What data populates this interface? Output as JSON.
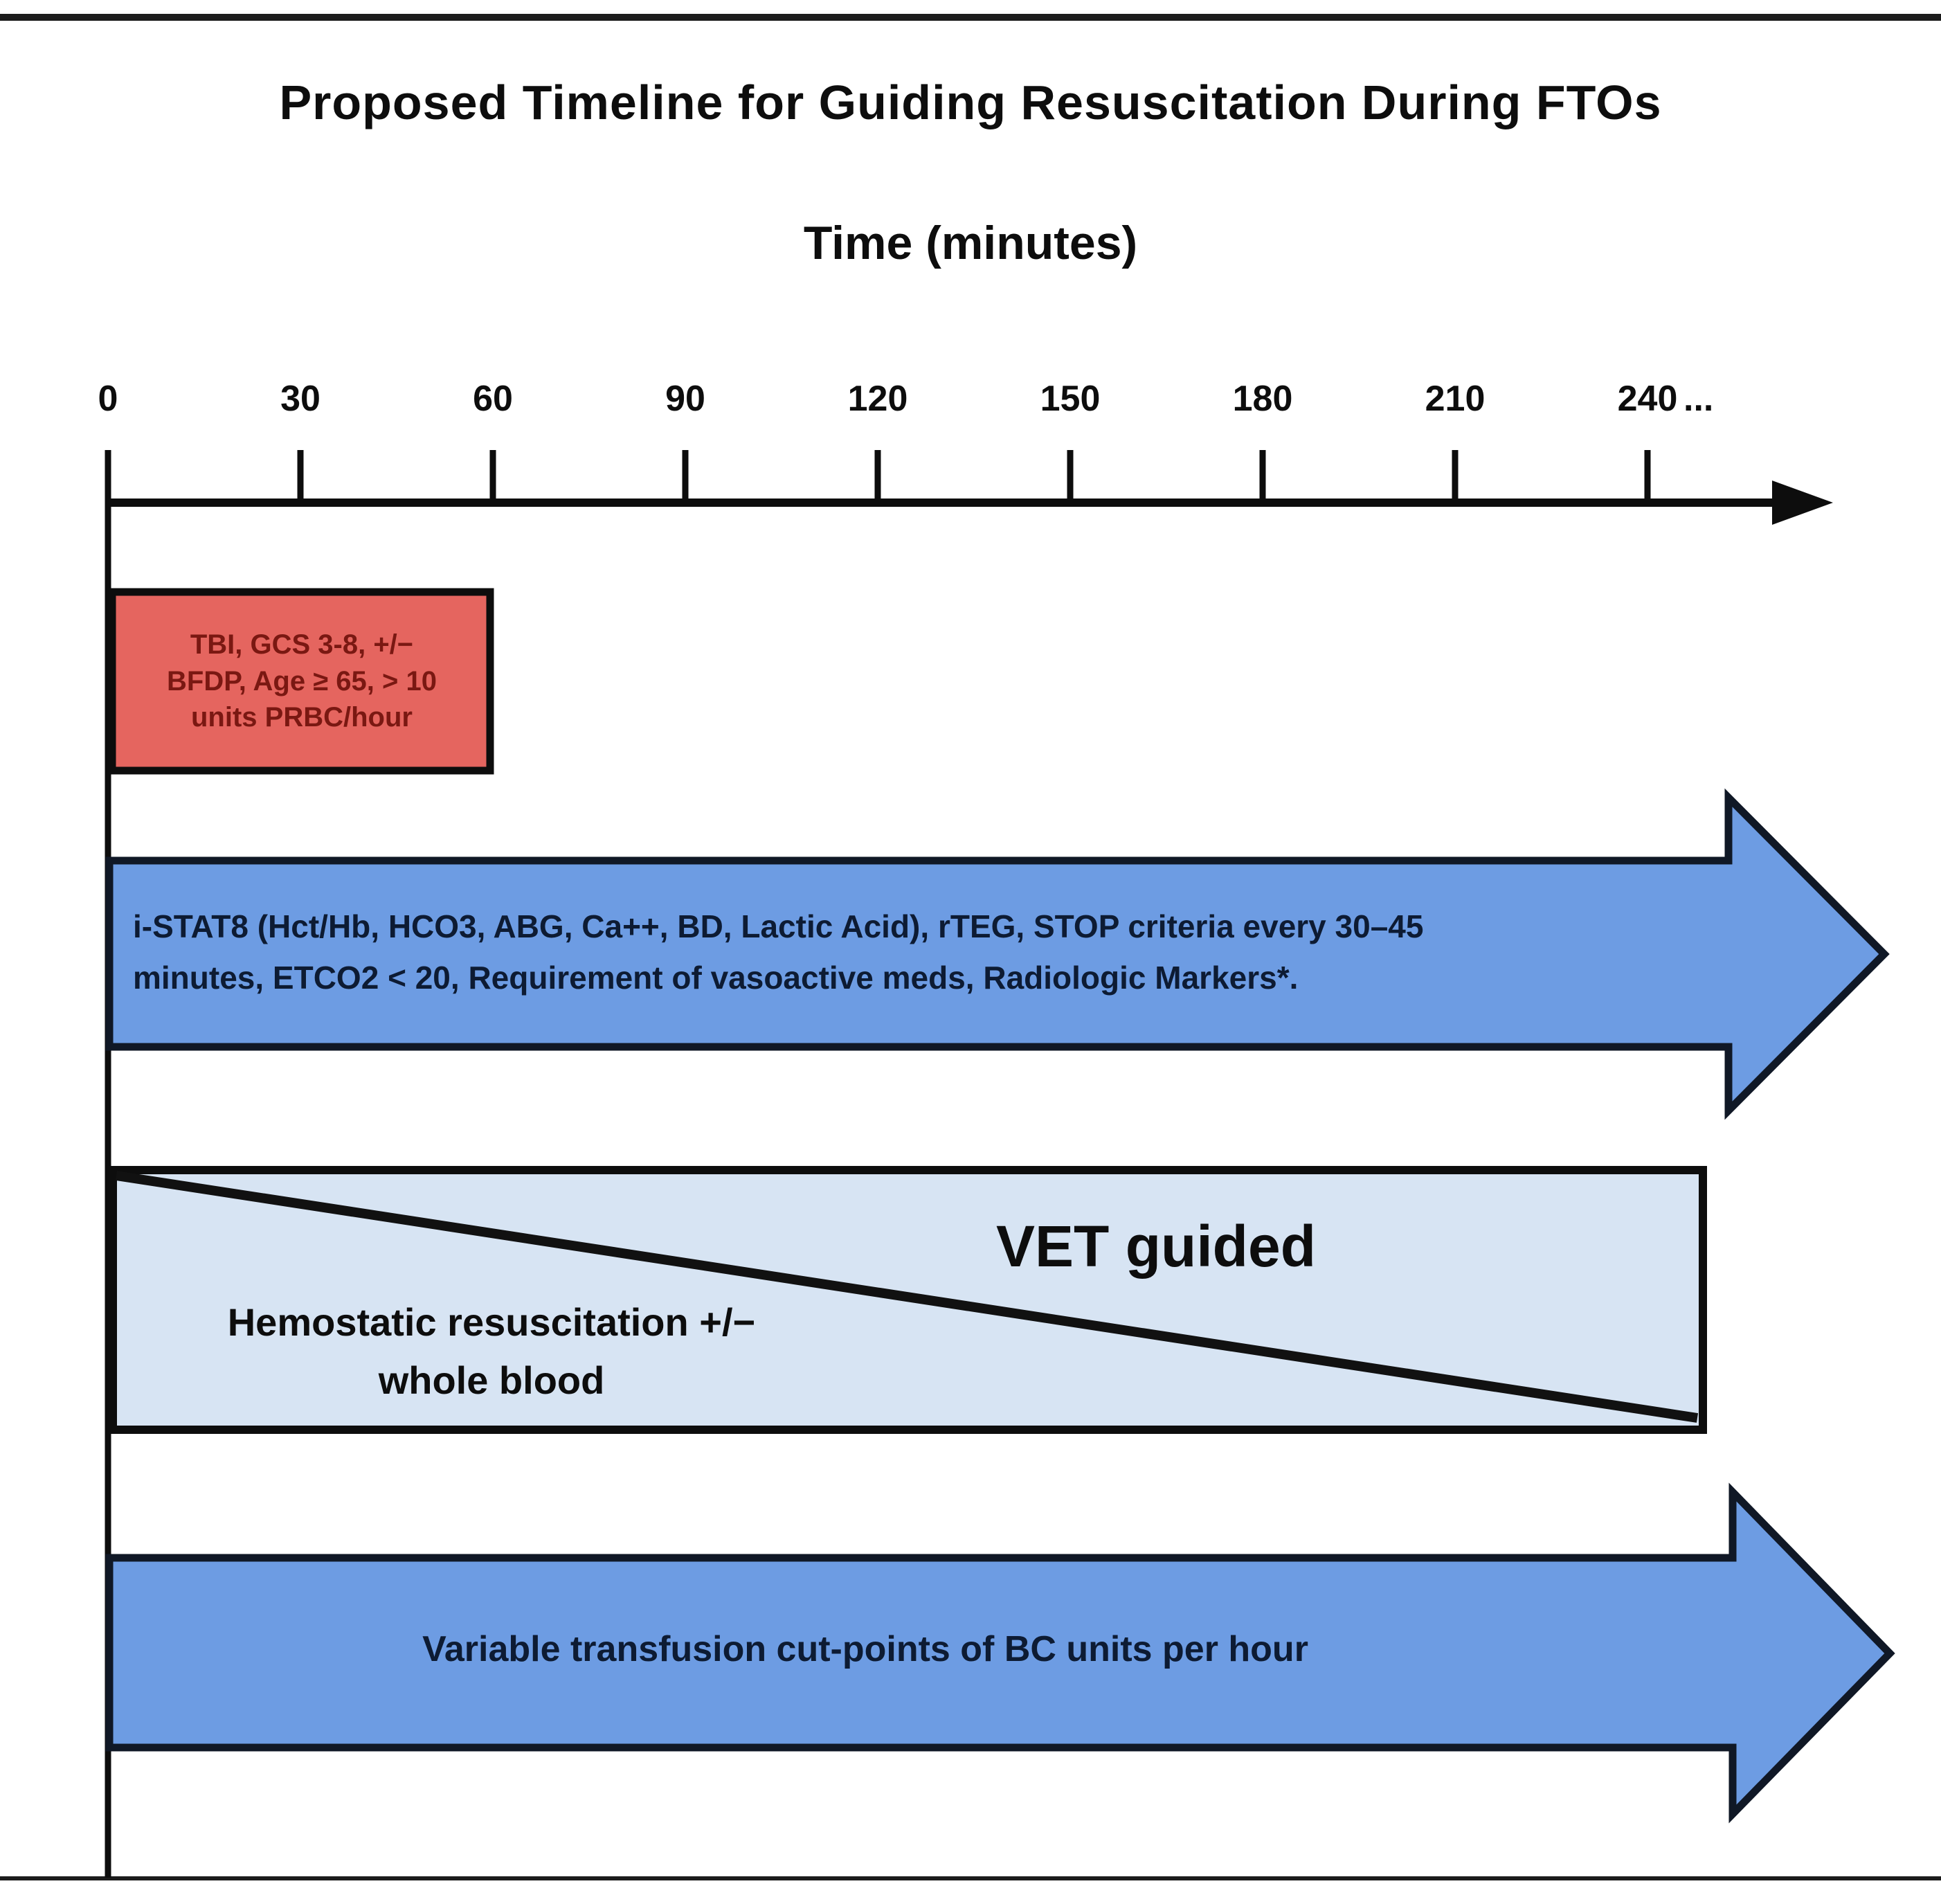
{
  "diagram": {
    "title": "Proposed Timeline for Guiding Resuscitation During FTOs",
    "axis": {
      "title": "Time (minutes)",
      "ticks": [
        "0",
        "30",
        "60",
        "90",
        "120",
        "150",
        "180",
        "210",
        "240"
      ],
      "ellipsis": "...",
      "tick_interval_minutes": 30
    },
    "risk_box": {
      "lines": [
        "TBI, GCS 3-8, +/−",
        "BFDP, Age ≥ 65, > 10",
        "units PRBC/hour"
      ],
      "fill": "#E5655F",
      "text_color": "#7A1812",
      "border_color": "#0d0d0d"
    },
    "monitoring_arrow": {
      "lines": [
        "i-STAT8 (Hct/Hb, HCO3, ABG, Ca++, BD, Lactic Acid), rTEG, STOP criteria every 30–45",
        "minutes, ETCO2 < 20, Requirement of vasoactive meds, Radiologic Markers*."
      ],
      "fill": "#6D9CE3",
      "text_color": "#0D1B33",
      "border_color": "#101826"
    },
    "hemostatic_box": {
      "vet_label": "VET guided",
      "lines": [
        "Hemostatic resuscitation +/−",
        "whole blood"
      ],
      "fill": "#D7E4F3",
      "border_color": "#0d0d0d"
    },
    "transfusion_arrow": {
      "label": "Variable transfusion cut-points of BC units per hour",
      "fill": "#6D9CE3",
      "text_color": "#0D1B33",
      "border_color": "#101826"
    }
  }
}
